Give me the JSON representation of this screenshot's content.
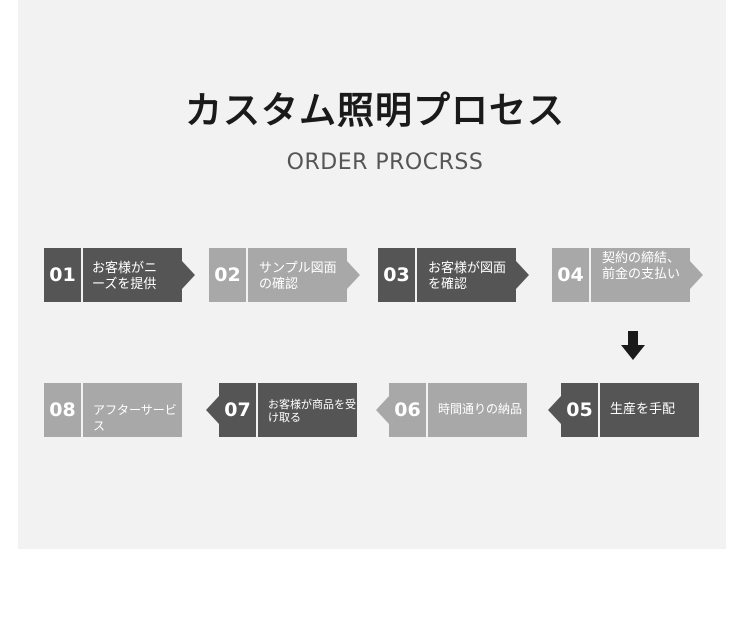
{
  "title": "カスタム照明プロセス",
  "subtitle": "ORDER PROCRSS",
  "steps": [
    {
      "number": "01",
      "label": "お客様がニーズを提供"
    },
    {
      "number": "02",
      "label": "サンプル図面の確認"
    },
    {
      "number": "03",
      "label": "お客様が図面を確認"
    },
    {
      "number": "04",
      "label": "契約の締結、前金の支払い"
    },
    {
      "number": "05",
      "label": "生産を手配"
    },
    {
      "number": "06",
      "label": "時間通りの納品"
    },
    {
      "number": "07",
      "label": "お客様が商品を受け取る"
    },
    {
      "number": "08",
      "label": "アフターサービス"
    }
  ],
  "icons": {
    "flow_arrow": "arrow-down-icon"
  },
  "colors": {
    "panel": "#f2f2f2",
    "dark_step": "#555555",
    "light_step": "#a8a8a8",
    "title": "#1a1a1a"
  }
}
